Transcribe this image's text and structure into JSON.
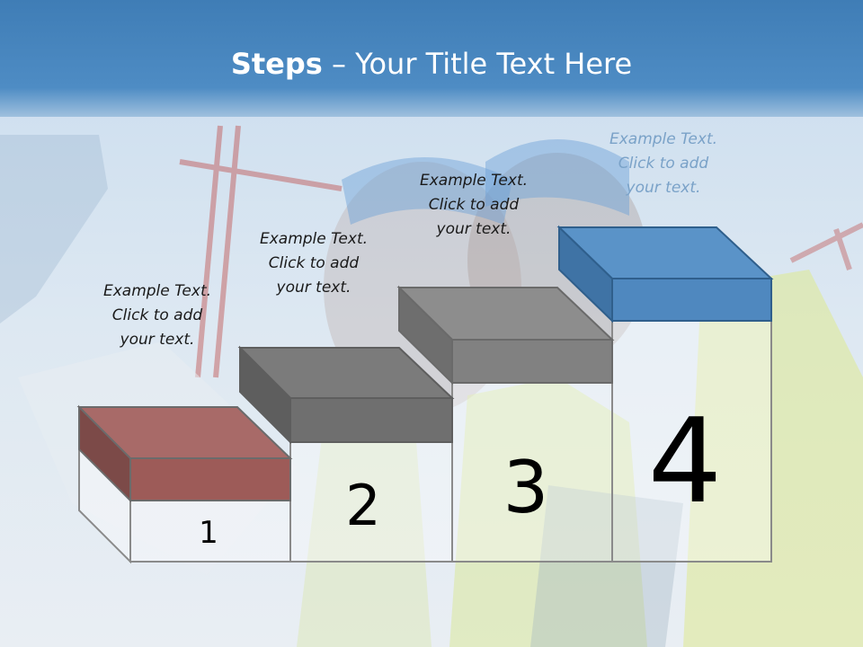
{
  "title": {
    "bold": "Steps",
    "rest": " – Your Title Text Here"
  },
  "colors": {
    "header": "#4b88c0",
    "step1_top": "#a86a68",
    "step2_top": "#7b7b7b",
    "step3_top": "#8d8d8d",
    "step4_top": "#4f88bf",
    "step4_text": "#7aa2c8"
  },
  "steps": [
    {
      "number": "1",
      "line1": "Example Text.",
      "line2": "Click  to add",
      "line3": "your text."
    },
    {
      "number": "2",
      "line1": "Example Text.",
      "line2": "Click  to add",
      "line3": "your text."
    },
    {
      "number": "3",
      "line1": "Example Text.",
      "line2": "Click  to add",
      "line3": "your text."
    },
    {
      "number": "4",
      "line1": "Example Text.",
      "line2": "Click  to add",
      "line3": "your text."
    }
  ]
}
